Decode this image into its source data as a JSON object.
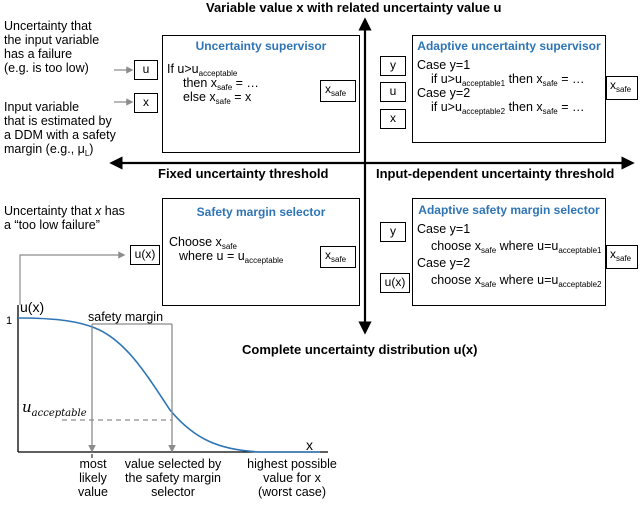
{
  "axes": {
    "top": "Variable value x with related uncertainty value u",
    "left": "Fixed uncertainty threshold",
    "right": "Input-dependent uncertainty threshold",
    "bottom": "Complete uncertainty distribution u(x)"
  },
  "notes": {
    "failure_input": [
      "Uncertainty that",
      "the input variable",
      "has a failure",
      "(e.g. is too low)"
    ],
    "input_variable": [
      "Input variable",
      "that is estimated by",
      "a DDM with a safety",
      "margin (e.g., μ",
      "L",
      ")"
    ],
    "too_low": [
      "Uncertainty that ",
      "x",
      " has",
      "a “too low failure”"
    ]
  },
  "uncertainty_supervisor": {
    "title": "Uncertainty supervisor",
    "input_u": "u",
    "input_x": "x",
    "line1": [
      "If u>u",
      "acceptable"
    ],
    "line2": [
      "then x",
      "safe",
      " = …"
    ],
    "line3": [
      "else x",
      "safe",
      " = x"
    ],
    "output": [
      "x",
      "safe"
    ]
  },
  "adaptive_uncertainty_supervisor": {
    "title": "Adaptive uncertainty supervisor",
    "input_y": "y",
    "input_u": "u",
    "input_x": "x",
    "case1": "Case y=1",
    "line1": [
      "if u>u",
      "acceptable1",
      " then x",
      "safe",
      " = …"
    ],
    "case2": "Case y=2",
    "line2": [
      "if u>u",
      "acceptable2",
      " then x",
      "safe",
      " = …"
    ],
    "output": [
      "x",
      "safe"
    ]
  },
  "safety_margin_selector": {
    "title": "Safety margin selector",
    "input": "u(x)",
    "line1": [
      "Choose x",
      "safe"
    ],
    "line2": [
      "where u = u",
      "acceptable"
    ],
    "output": [
      "x",
      "safe"
    ]
  },
  "adaptive_safety_margin_selector": {
    "title": "Adaptive safety margin selector",
    "input_y": "y",
    "input_ux": "u(x)",
    "case1": "Case y=1",
    "line1": [
      "choose x",
      "safe",
      " where u=u",
      "acceptable1"
    ],
    "case2": "Case y=2",
    "line2": [
      "choose x",
      "safe",
      " where u=u",
      "acceptable2"
    ],
    "output": [
      "x",
      "safe"
    ]
  },
  "plot": {
    "y_axis_label": "u(x)",
    "y_tick": "1",
    "x_axis_label": "x",
    "threshold_label": "u",
    "threshold_sub": "acceptable",
    "safety_margin_label": "safety margin",
    "x_markers": [
      {
        "lines": [
          "most",
          "likely",
          "value"
        ]
      },
      {
        "lines": [
          "value selected by",
          "the safety margin",
          "selector"
        ]
      },
      {
        "lines": [
          "highest possible",
          "value for x",
          "(worst case)"
        ]
      }
    ],
    "curve_color": "#2e75b6"
  }
}
